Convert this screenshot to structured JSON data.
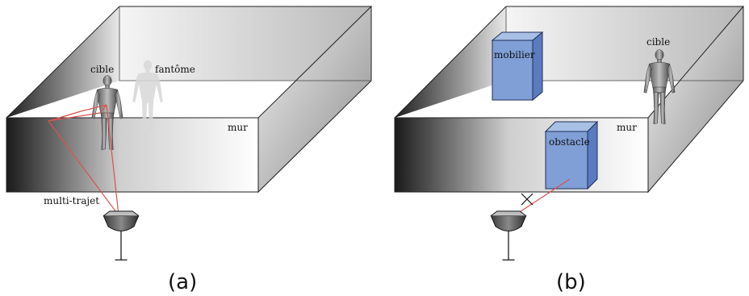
{
  "panel_a": {
    "caption": "(a)",
    "labels": {
      "target": "cible",
      "ghost": "fantôme",
      "wall": "mur",
      "multipath": "multi-trajet"
    }
  },
  "panel_b": {
    "caption": "(b)",
    "labels": {
      "furniture": "mobilier",
      "target": "cible",
      "wall": "mur",
      "obstacle": "obstacle"
    }
  },
  "colors": {
    "signal_path": "#d9534f",
    "box_face": "#7f9fd6",
    "box_side": "#5a7bbf",
    "box_top": "#a8bfe6",
    "wall_dark": "#2a2a2a",
    "wall_light": "#ffffff"
  },
  "icons": [
    "radar-sensor-icon",
    "human-figure-icon",
    "ghost-figure-icon"
  ]
}
